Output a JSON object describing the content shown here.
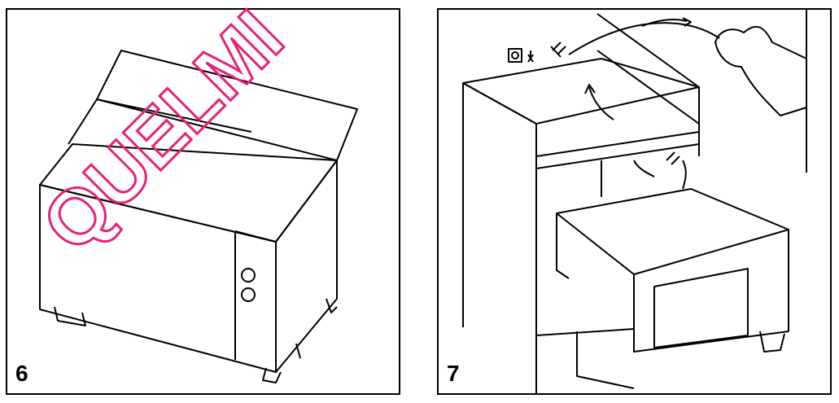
{
  "steps": [
    {
      "number": "6"
    },
    {
      "number": "7"
    }
  ],
  "watermark": {
    "text": "QUELMI"
  },
  "colors": {
    "line": "#000000",
    "background": "#ffffff",
    "watermark": "#e8207a"
  }
}
